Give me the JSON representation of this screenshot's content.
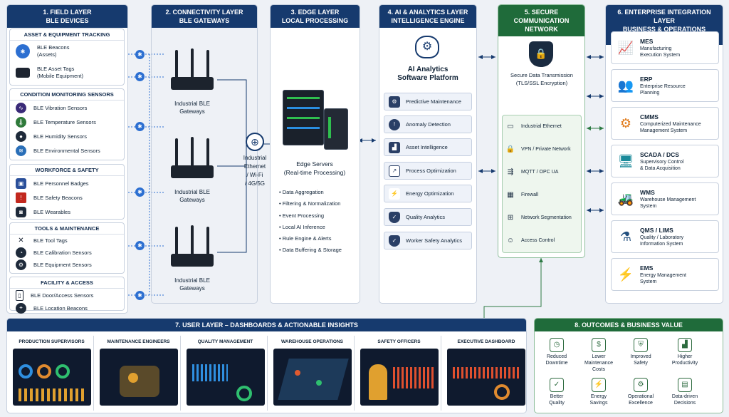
{
  "layers": {
    "l1": {
      "title1": "1. FIELD LAYER",
      "title2": "BLE DEVICES"
    },
    "l2": {
      "title1": "2. CONNECTIVITY LAYER",
      "title2": "BLE GATEWAYS"
    },
    "l3": {
      "title1": "3. EDGE LAYER",
      "title2": "LOCAL PROCESSING"
    },
    "l4": {
      "title1": "4. AI & ANALYTICS LAYER",
      "title2": "INTELLIGENCE ENGINE"
    },
    "l5": {
      "title1": "5. SECURE COMMUNICATION",
      "title2": "NETWORK"
    },
    "l6": {
      "title1": "6. ENTERPRISE INTEGRATION LAYER",
      "title2": "BUSINESS & OPERATIONS SYSTEMS"
    }
  },
  "field": {
    "asset_title": "ASSET & EQUIPMENT TRACKING",
    "asset_1_a": "BLE Beacons",
    "asset_1_b": "(Assets)",
    "asset_2_a": "BLE Asset Tags",
    "asset_2_b": "(Mobile Equipment)",
    "cond_title": "CONDITION MONITORING SENSORS",
    "cond": [
      "BLE Vibration Sensors",
      "BLE Temperature Sensors",
      "BLE Humidity Sensors",
      "BLE Environmental Sensors"
    ],
    "work_title": "WORKFORCE & SAFETY",
    "work": [
      "BLE Personnel Badges",
      "BLE Safety Beacons",
      "BLE Wearables"
    ],
    "tools_title": "TOOLS & MAINTENANCE",
    "tools": [
      "BLE Tool Tags",
      "BLE Calibration Sensors",
      "BLE Equipment Sensors"
    ],
    "fac_title": "FACILITY & ACCESS",
    "fac": [
      "BLE Door/Access Sensors",
      "BLE Location Beacons"
    ]
  },
  "gateways": {
    "label_a": "Industrial BLE",
    "label_b": "Gateways"
  },
  "network": {
    "l1": "Industrial",
    "l2": "Ethernet",
    "l3": "/ Wi-Fi",
    "l4": "/ 4G/5G"
  },
  "edge": {
    "title_a": "Edge Servers",
    "title_b": "(Real-time Processing)",
    "items": [
      "Data Aggregation",
      "Filtering & Normalization",
      "Event Processing",
      "Local AI Inference",
      "Rule Engine & Alerts",
      "Data Buffering & Storage"
    ]
  },
  "ai": {
    "title_a": "AI Analytics",
    "title_b": "Software Platform",
    "items": [
      "Predictive Maintenance",
      "Anomaly Detection",
      "Asset Intelligence",
      "Process Optimization",
      "Energy Optimization",
      "Quality Analytics",
      "Worker Safety Analytics"
    ]
  },
  "secure": {
    "title_a": "Secure Data Transmission",
    "title_b": "(TLS/SSL Encryption)",
    "items": [
      "Industrial Ethernet",
      "VPN / Private Network",
      "MQTT / OPC UA",
      "Firewall",
      "Network Segmentation",
      "Access Control"
    ]
  },
  "enterprise": [
    {
      "title": "MES",
      "d1": "Manufacturing",
      "d2": "Execution System"
    },
    {
      "title": "ERP",
      "d1": "Enterprise Resource",
      "d2": "Planning"
    },
    {
      "title": "CMMS",
      "d1": "Computerized Maintenance",
      "d2": "Management System"
    },
    {
      "title": "SCADA / DCS",
      "d1": "Supervisory Control",
      "d2": "& Data Acquisition"
    },
    {
      "title": "WMS",
      "d1": "Warehouse Management",
      "d2": "System"
    },
    {
      "title": "QMS / LIMS",
      "d1": "Quality / Laboratory",
      "d2": "Information System"
    },
    {
      "title": "EMS",
      "d1": "Energy Management",
      "d2": "System"
    }
  ],
  "user_layer": {
    "title": "7. USER LAYER – DASHBOARDS & ACTIONABLE INSIGHTS",
    "dashboards": [
      "PRODUCTION SUPERVISORS",
      "MAINTENANCE ENGINEERS",
      "QUALITY MANAGEMENT",
      "WAREHOUSE OPERATIONS",
      "SAFETY OFFICERS",
      "EXECUTIVE DASHBOARD"
    ]
  },
  "outcomes": {
    "title": "8. OUTCOMES & BUSINESS VALUE",
    "items": [
      {
        "a": "Reduced",
        "b": "Downtime",
        "c": ""
      },
      {
        "a": "Lower",
        "b": "Maintenance",
        "c": "Costs"
      },
      {
        "a": "Improved",
        "b": "Safety",
        "c": ""
      },
      {
        "a": "Higher",
        "b": "Productivity",
        "c": ""
      },
      {
        "a": "Better",
        "b": "Quality",
        "c": ""
      },
      {
        "a": "Energy",
        "b": "Savings",
        "c": ""
      },
      {
        "a": "Operational",
        "b": "Excellence",
        "c": ""
      },
      {
        "a": "Data-driven",
        "b": "Decisions",
        "c": ""
      }
    ]
  },
  "colors": {
    "navy": "#163a6e",
    "green": "#1f6b3a",
    "ble_blue": "#2c6fd1"
  }
}
